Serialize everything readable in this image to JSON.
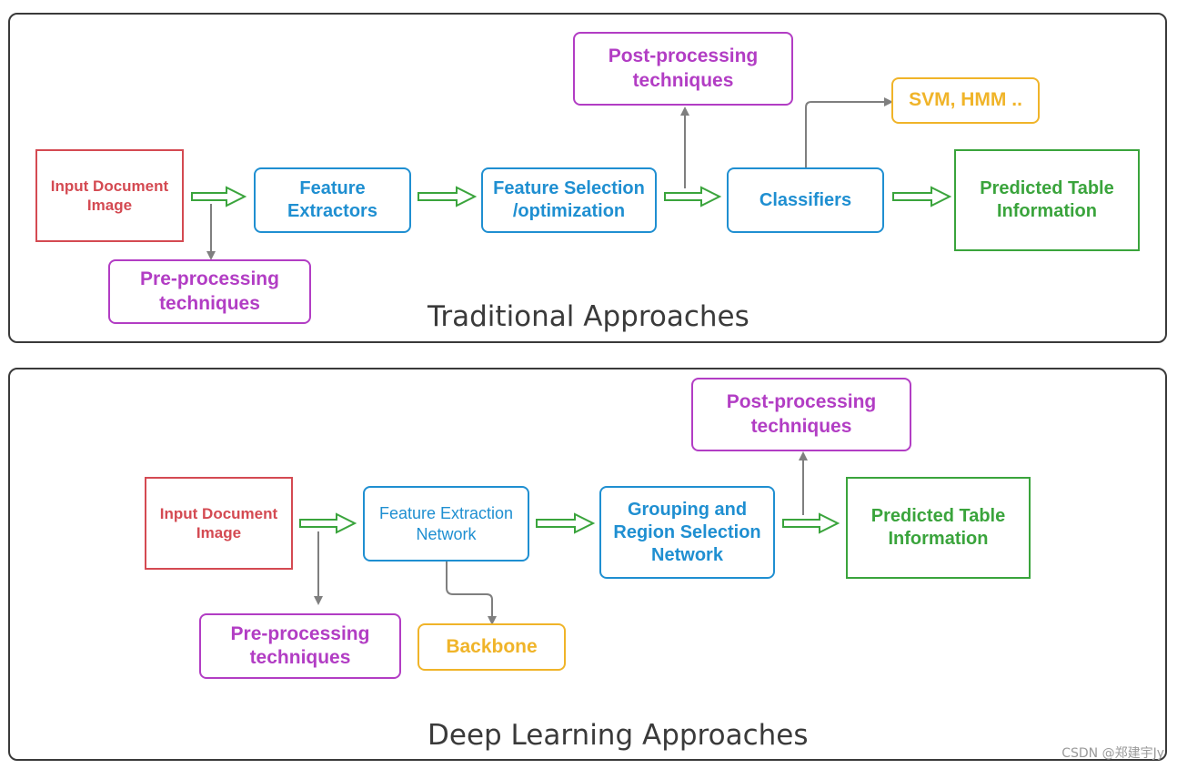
{
  "traditional": {
    "title": "Traditional Approaches",
    "input_doc": "Input Document\nImage",
    "pre_processing": "Pre-processing\ntechniques",
    "feature_extractors": "Feature\nExtractors",
    "feature_selection": "Feature Selection\n/optimization",
    "post_processing": "Post-processing\ntechniques",
    "classifiers": "Classifiers",
    "svm_hmm": "SVM, HMM ..",
    "predicted": "Predicted Table\nInformation"
  },
  "deep_learning": {
    "title": "Deep Learning Approaches",
    "input_doc": "Input Document\nImage",
    "pre_processing": "Pre-processing\ntechniques",
    "feature_extraction": "Feature Extraction\nNetwork",
    "backbone": "Backbone",
    "grouping": "Grouping and\nRegion Selection\nNetwork",
    "post_processing": "Post-processing\ntechniques",
    "predicted": "Predicted Table\nInformation"
  },
  "watermark": "CSDN @郑建宇Jy",
  "colors": {
    "input": "#d44a52",
    "processing": "#b23dc4",
    "network": "#1f8fd1",
    "model": "#f0b429",
    "output": "#3aa43c",
    "connector": "#808080"
  }
}
